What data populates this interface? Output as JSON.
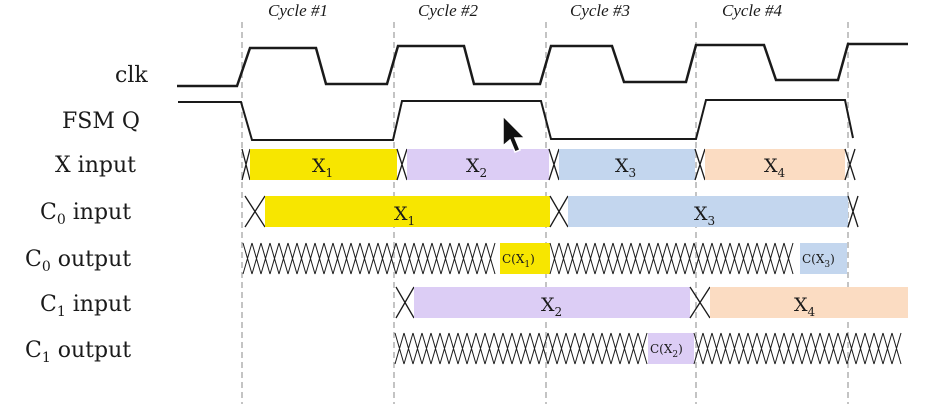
{
  "cycles": [
    "Cycle #1",
    "Cycle #2",
    "Cycle #3",
    "Cycle #4"
  ],
  "signals": {
    "clk": "clk",
    "fsm_q": "FSM Q",
    "x_input": "X input",
    "c0_input": {
      "base": "C",
      "sub": "0",
      "rest": " input"
    },
    "c0_output": {
      "base": "C",
      "sub": "0",
      "rest": " output"
    },
    "c1_input": {
      "base": "C",
      "sub": "1",
      "rest": " input"
    },
    "c1_output": {
      "base": "C",
      "sub": "1",
      "rest": " output"
    }
  },
  "segments": {
    "x1": {
      "base": "X",
      "sub": "1"
    },
    "x2": {
      "base": "X",
      "sub": "2"
    },
    "x3": {
      "base": "X",
      "sub": "3"
    },
    "x4": {
      "base": "X",
      "sub": "4"
    },
    "c0_x1": {
      "base": "X",
      "sub": "1"
    },
    "c0_x3": {
      "base": "X",
      "sub": "3"
    },
    "c0_out_x1": {
      "pre": "C(X",
      "sub": "1",
      "post": ")"
    },
    "c0_out_x3": {
      "pre": "C(X",
      "sub": "3",
      "post": ")"
    },
    "c1_x2": {
      "base": "X",
      "sub": "2"
    },
    "c1_x4": {
      "base": "X",
      "sub": "4"
    },
    "c1_out_x2": {
      "pre": "C(X",
      "sub": "2",
      "post": ")"
    }
  },
  "colors": {
    "yellow": "#f7e600",
    "purple": "#dccdf5",
    "blue": "#c3d6ee",
    "peach": "#fbdcc2",
    "line": "#1a1a1a",
    "dash": "#b0b0b0"
  },
  "cursor": "arrow-cursor-icon"
}
